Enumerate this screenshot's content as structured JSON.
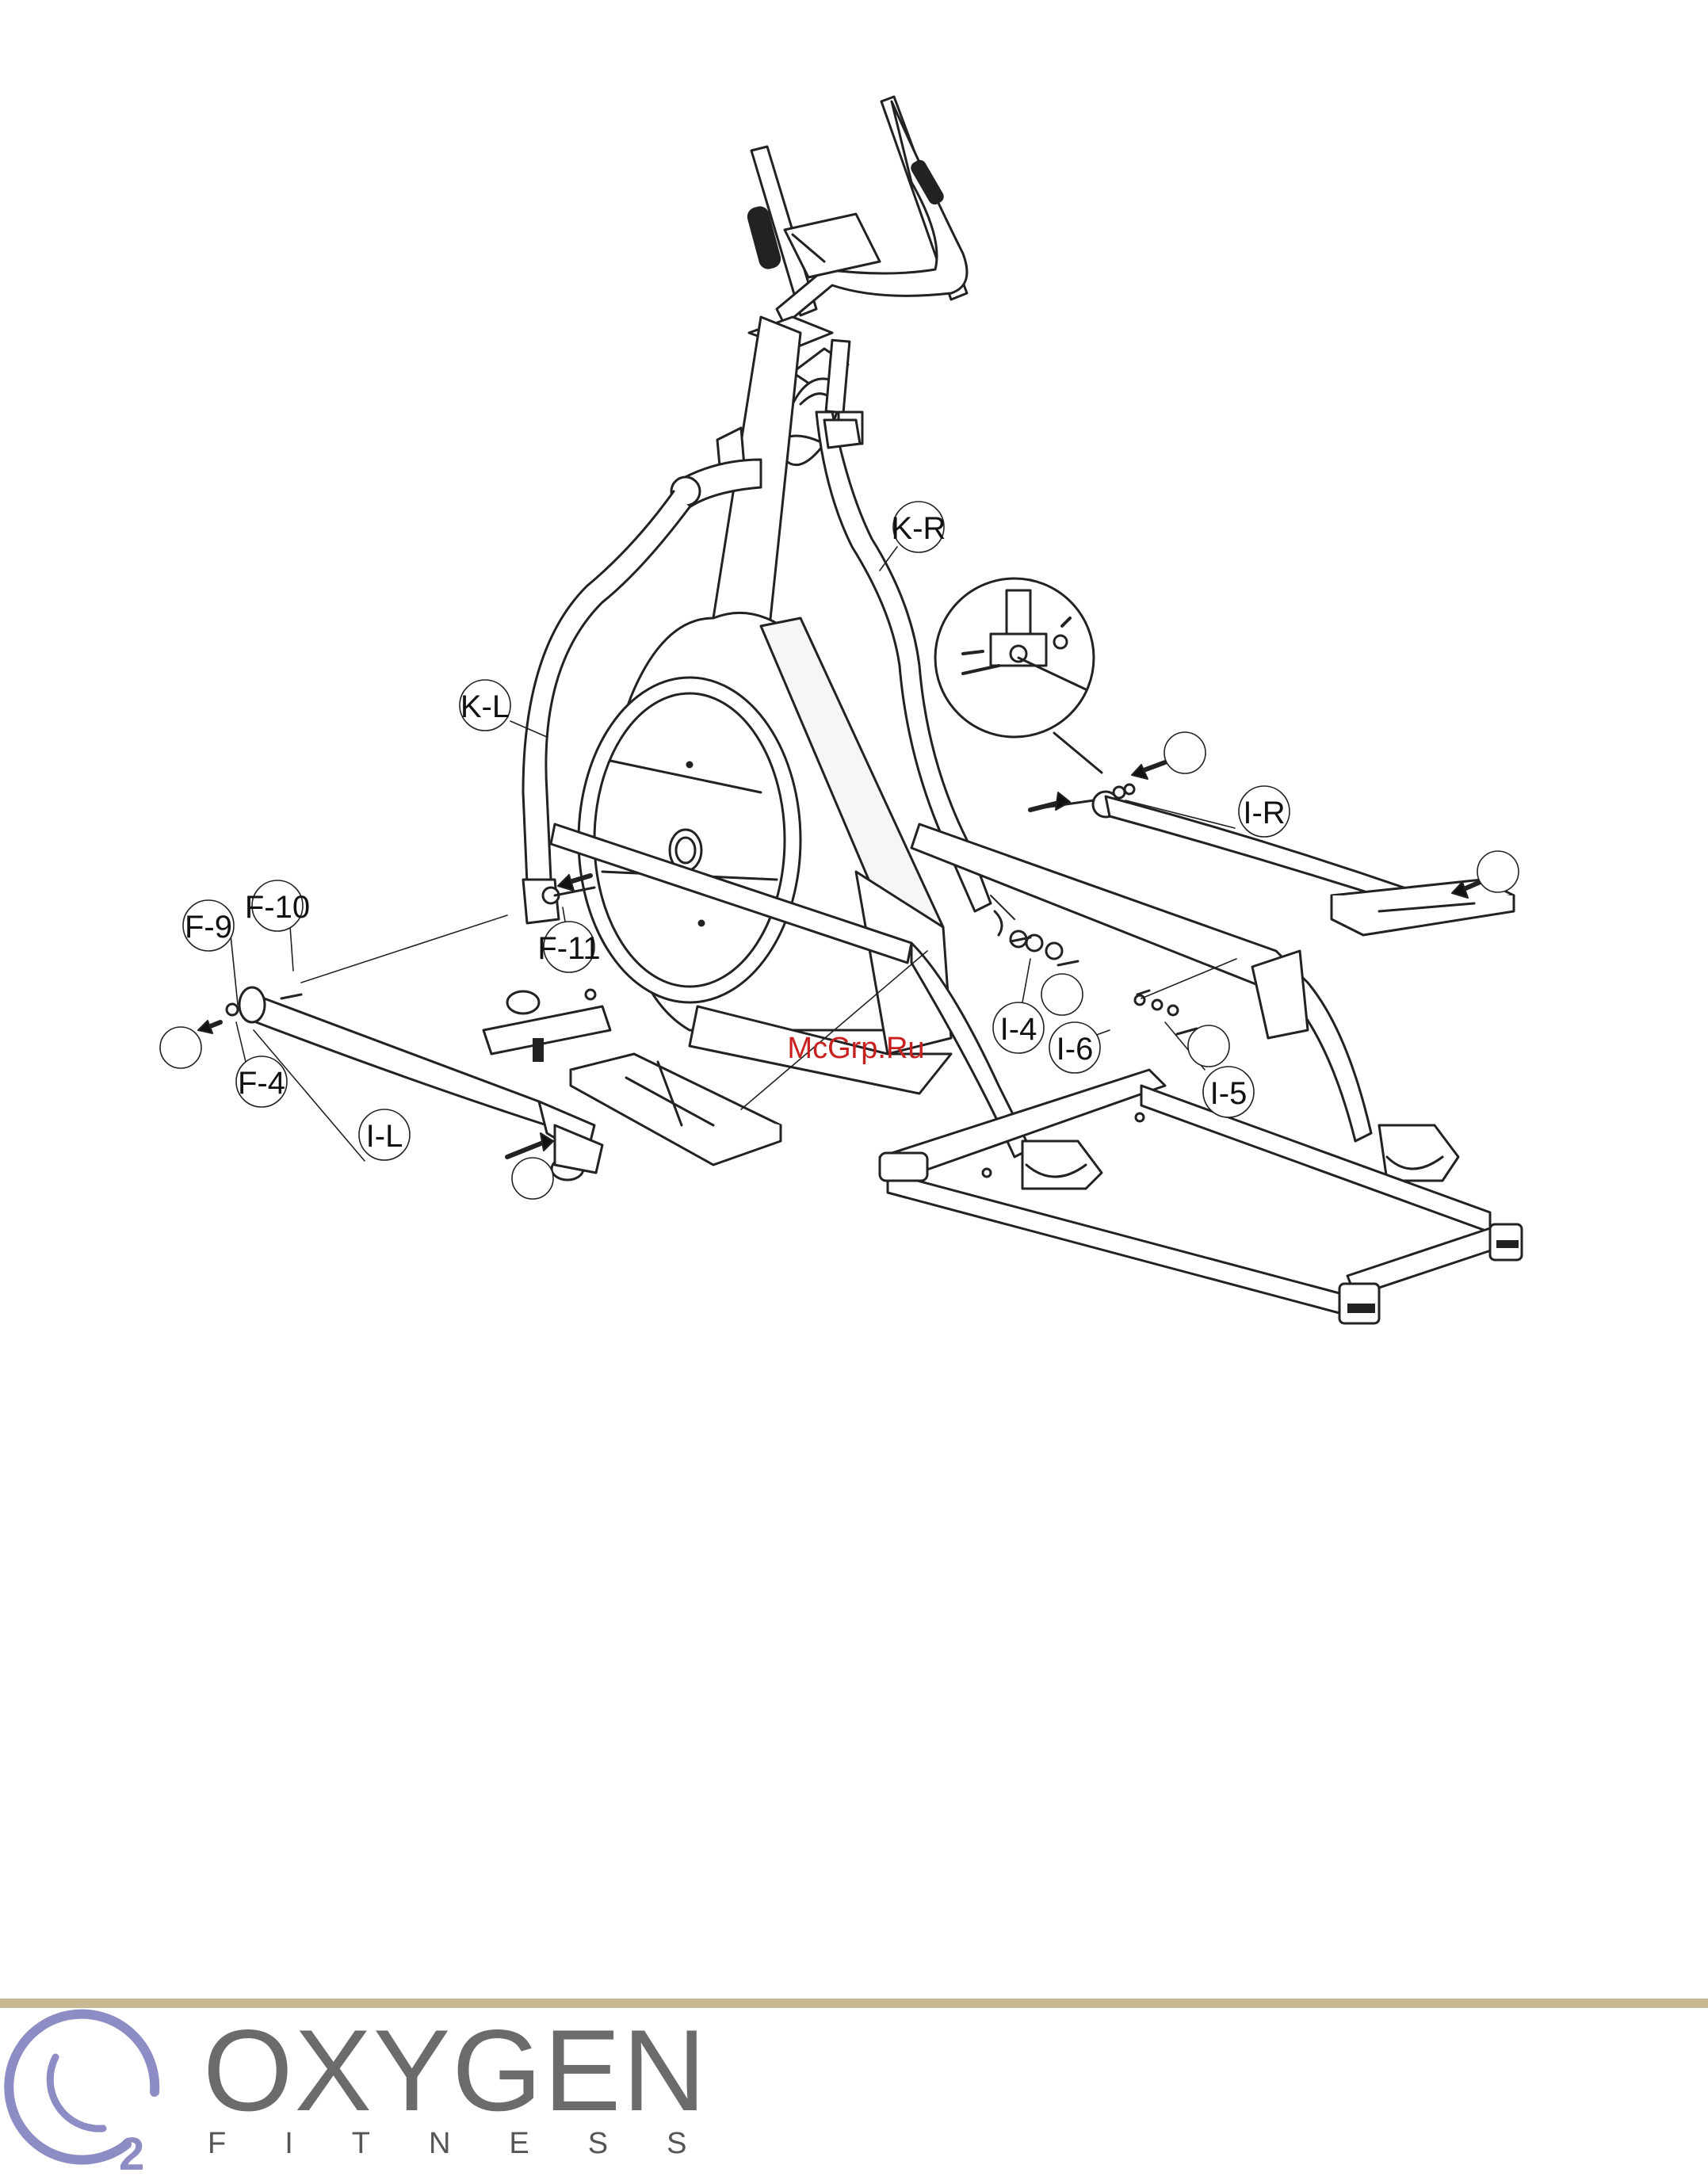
{
  "labels": {
    "kr": "K-R",
    "kl": "K-L",
    "ir": "I-R",
    "il": "I-L",
    "f9": "F-9",
    "f10": "F-10",
    "f11": "F-11",
    "f4": "F-4",
    "i4": "I-4",
    "i5": "I-5",
    "i6": "I-6"
  },
  "watermark": "McGrp.Ru",
  "brand": {
    "name": "OXYGEN",
    "subtitle": "FITNESS",
    "mark_digit": "2",
    "accent_color": "#c8b994",
    "mark_color": "#8e8cc4",
    "text_color": "#6b6b6b"
  }
}
